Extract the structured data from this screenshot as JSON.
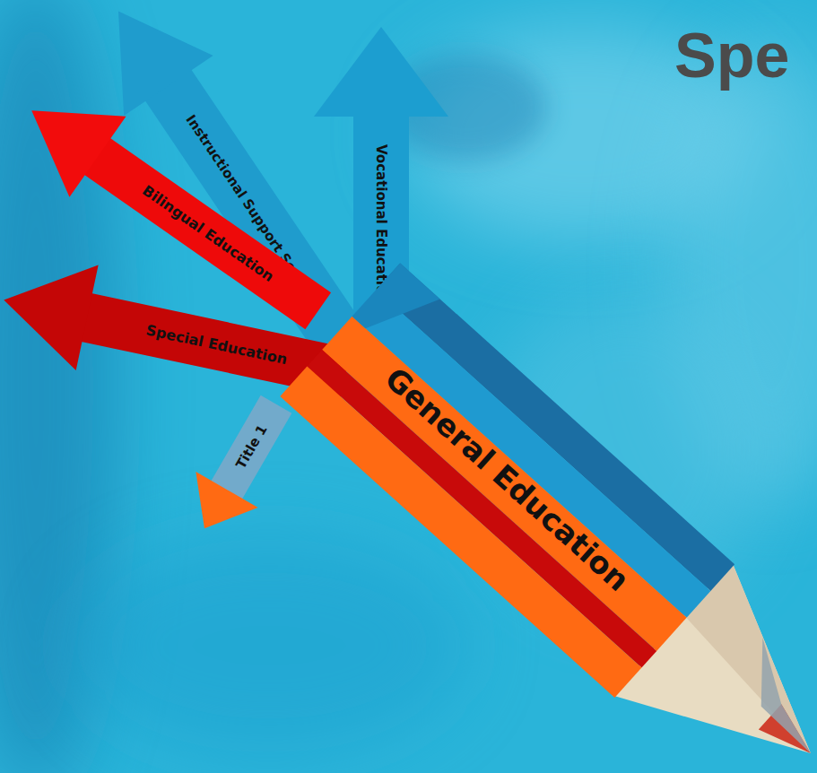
{
  "diagram": {
    "title": "Spe",
    "nodes": [
      {
        "text": [
          "Instructional Support Services"
        ]
      },
      {
        "text": [
          "Vocational Education"
        ]
      },
      {
        "text": [
          "Bilingual Education"
        ]
      },
      {
        "text": [
          "Special Education"
        ]
      },
      {
        "text": [
          "Title 1"
        ]
      },
      {
        "text": [
          "General Education"
        ]
      }
    ]
  }
}
